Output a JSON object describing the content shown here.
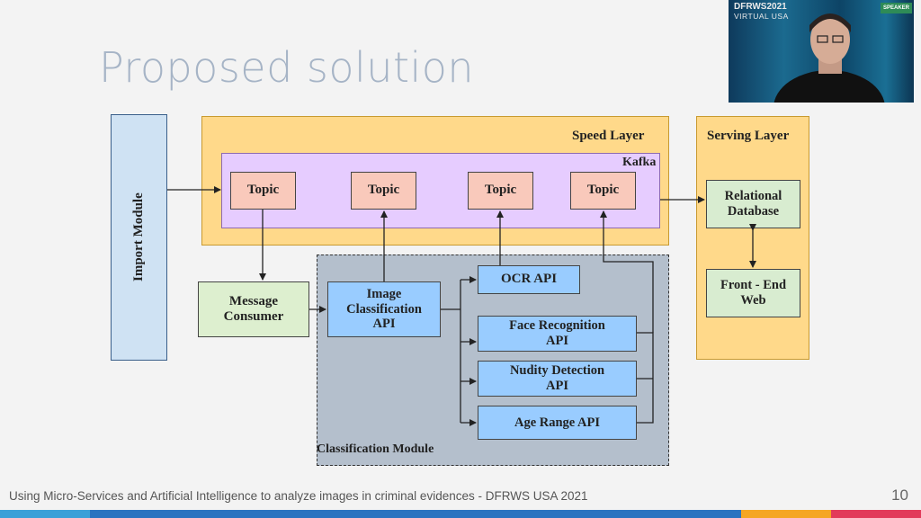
{
  "slide": {
    "title": "Proposed solution",
    "footer": "Using Micro-Services and Artificial Intelligence to analyze images in criminal evidences - DFRWS USA 2021",
    "page_number": "10"
  },
  "diagram": {
    "import_module": "Import Module",
    "speed_layer": "Speed Layer",
    "kafka": "Kafka",
    "topics": [
      "Topic",
      "Topic",
      "Topic",
      "Topic"
    ],
    "serving_layer": "Serving Layer",
    "relational_database": "Relational Database",
    "front_end_web": "Front - End Web",
    "message_consumer": "Message Consumer",
    "image_classification_api": "Image Classification API",
    "ocr_api": "OCR API",
    "face_recognition_api": "Face Recognition API",
    "nudity_detection_api": "Nudity Detection API",
    "age_range_api": "Age Range API",
    "classification_module": "Classification Module"
  },
  "webcam": {
    "brand": "DFRWS2021",
    "subtitle": "VIRTUAL USA",
    "badge": "SPEAKER"
  },
  "colors": {
    "import_module": "#cfe2f3",
    "speed_layer": "#ffd98a",
    "kafka": "#e6ccff",
    "topic": "#f9c9bb",
    "classification_module": "#b4bfcc",
    "api_box": "#99ccff",
    "message_consumer": "#ddefcf",
    "serving_box": "#d8ecd0",
    "footer_bar": [
      "#3aa0d8",
      "#2a73c0",
      "#f5a623",
      "#e23a5a"
    ]
  }
}
